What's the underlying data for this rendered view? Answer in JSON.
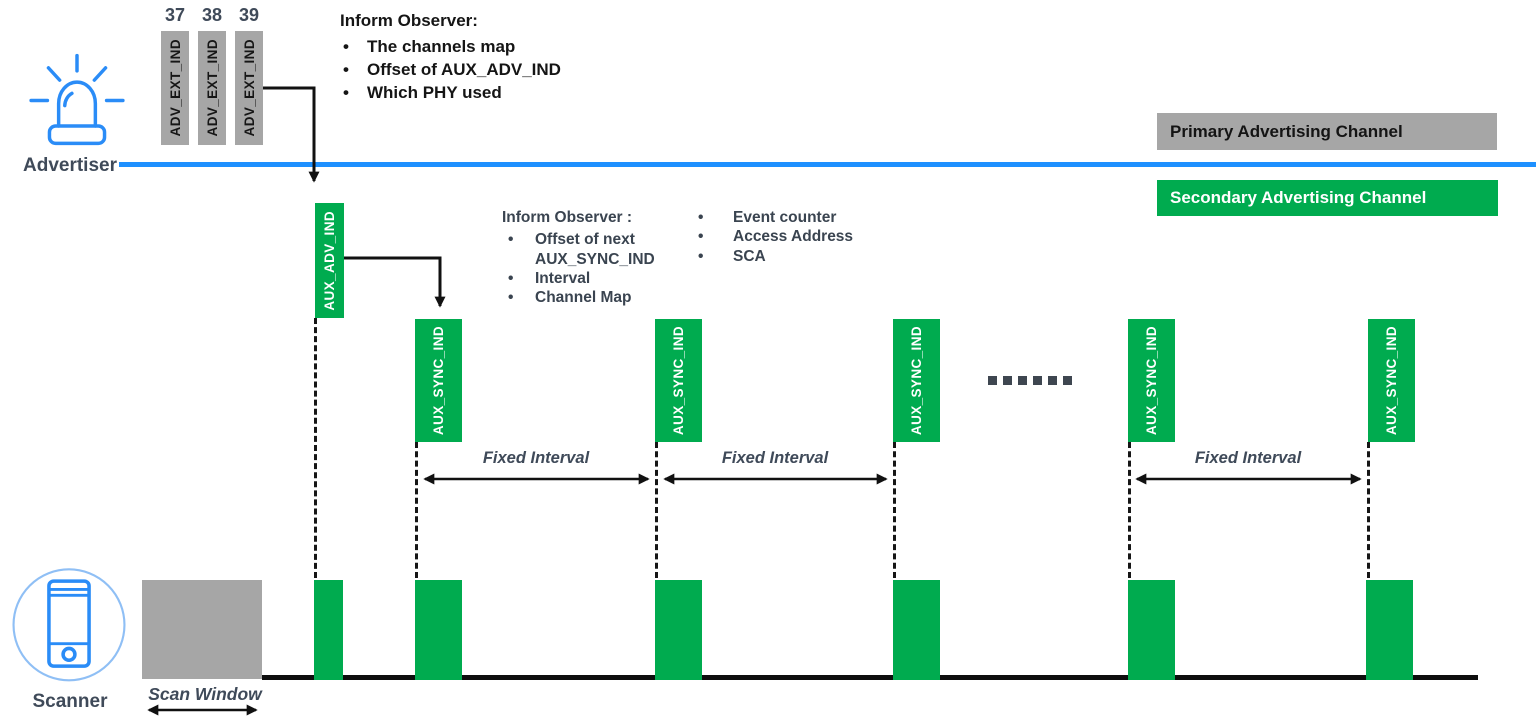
{
  "colors": {
    "green": "#00AB4F",
    "gray": "#A6A6A6",
    "blue_line": "#1E90FF",
    "icon_blue": "#2A8CF7",
    "icon_blue_light": "#8FBFF5",
    "slate": "#3F4A59",
    "ink": "#141414"
  },
  "advertiser": {
    "label": "Advertiser",
    "icon": "siren-icon"
  },
  "scanner": {
    "label": "Scanner",
    "icon": "smartphone-icon"
  },
  "channels": {
    "primary_label": "Primary Advertising Channel",
    "secondary_label": "Secondary Advertising Channel"
  },
  "primary_packets": {
    "numbers": [
      "37",
      "38",
      "39"
    ],
    "label": "ADV_EXT_IND"
  },
  "aux_adv": {
    "label": "AUX_ADV_IND"
  },
  "aux_sync": {
    "label": "AUX_SYNC_IND",
    "count": 5
  },
  "inform_observer_primary": {
    "title": "Inform Observer:",
    "bullets": [
      "The channels map",
      "Offset of AUX_ADV_IND",
      "Which PHY used"
    ]
  },
  "inform_observer_secondary": {
    "title": "Inform Observer :",
    "left_bullets": [
      "Offset of next AUX_SYNC_IND",
      "Interval",
      "Channel Map"
    ],
    "right_bullets": [
      "Event counter",
      "Access Address",
      "SCA"
    ]
  },
  "interval": {
    "label": "Fixed Interval"
  },
  "scan_window": {
    "label": "Scan Window"
  },
  "ellipsis": "......"
}
